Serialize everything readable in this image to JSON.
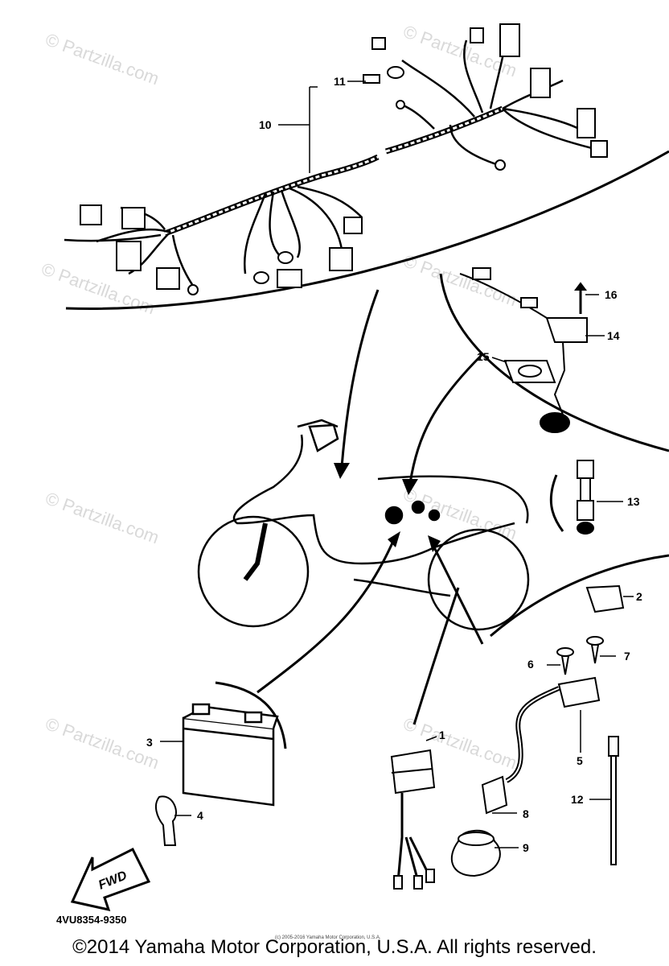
{
  "watermark": "© Partzilla.com",
  "callouts": [
    "1",
    "2",
    "3",
    "4",
    "5",
    "6",
    "7",
    "8",
    "9",
    "10",
    "11",
    "12",
    "13",
    "14",
    "15",
    "16"
  ],
  "fwd_label": "FWD",
  "part_code": "4VU8354-9350",
  "small_copyright": "(c) 2005-2016 Yamaha Motor Corporation, U.S.A.",
  "copyright": "©2014 Yamaha Motor Corporation, U.S.A. All rights reserved."
}
